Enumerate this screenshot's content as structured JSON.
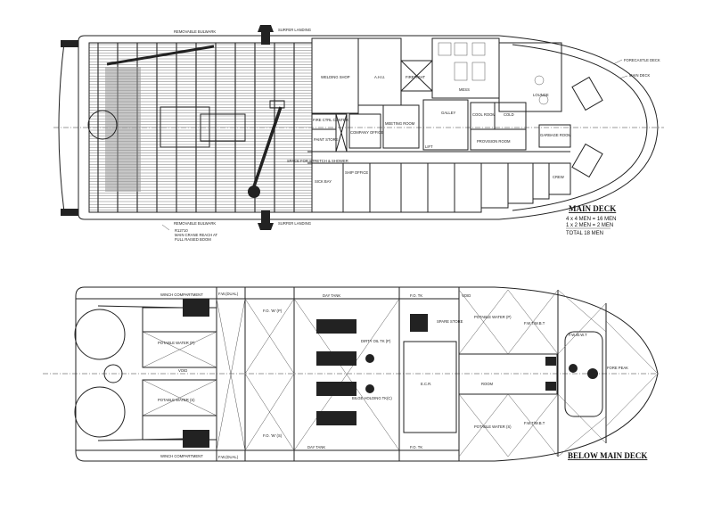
{
  "main_deck": {
    "title": "MAIN DECK",
    "tally": [
      "4 x 4 MEN = 16 MEN",
      "1 x 2 MEN =  2 MEN",
      "TOTAL    18 MEN"
    ],
    "labels": {
      "removable_bulwark_top": "REMOVABLE BULWARK",
      "removable_bulwark_bottom": "REMOVABLE BULWARK",
      "surfer_landing_top": "SURFER LANDING",
      "surfer_landing_bottom": "SURFER LANDING",
      "crane_reach": [
        "R12710",
        "MAIN CRANE REACH AT",
        "FULL RAISED BOOM"
      ],
      "welding_shop": "WELDING SHOP",
      "ahu": "A.H.U.",
      "firefight": "FIREFIGHT",
      "mess": "MESS",
      "lounge": "LOUNGE",
      "galley": "GALLEY",
      "cool_room": "COOL ROOM",
      "cold": "COLD",
      "provision_room": "PROVISION ROOM",
      "fire_ctrl_center": "FIRE CTRL CENTER",
      "paint_store": "PAINT STORE",
      "company_office": "COMPANY OFFICE",
      "meeting_room": "MEETING ROOM",
      "sick_bay": "SICK BAY",
      "ship_office": "SHIP OFFICE",
      "garbage_room": "GARBAGE ROOM",
      "crew": "CREW",
      "forecastle_deck": "FORECASTLE DECK",
      "main_deck_pointer": "MAIN DECK",
      "space_for_stretcher": "SPACE FOR STRETCH & SHOWER",
      "lift": "LIFT"
    }
  },
  "below_main_deck": {
    "title": "BELOW MAIN DECK",
    "labels": {
      "winch_compartment_top": "WINCH COMPARTMENT",
      "winch_compartment_bottom": "WINCH COMPARTMENT",
      "potable_water_p": "POTABLE WATER (P)",
      "potable_water_s": "POTABLE WATER (S)",
      "void": "VOID",
      "fw_dual_top": "F.W.(DUAL)",
      "fw_dual_bottom": "F.W.(DUAL)",
      "fo_w_p": "F.O. 'W' (P)",
      "fo_w_s": "F.O. 'W' (S)",
      "day_tank_top": "DAY TANK",
      "day_tank_bottom": "DAY TANK",
      "dirty_oil_tk": "DIRTY OIL TK (P)",
      "bilge_holding": "BILGE HOLDING TK(C)",
      "spare_store": "SPARE STORE",
      "ecr": "E.C.R.",
      "fo_tk_top": "F.O. TK",
      "fo_tk_bottom": "F.O. TK",
      "potable_water_fwd_p": "POTABLE WATER (P)",
      "potable_water_fwd_s": "POTABLE WATER (S)",
      "fwt_wbt_top": "F.W.T/W.B.T",
      "fwt_wbt_bottom": "F.W.T/W.B.T",
      "fore_peak": "FORE PEAK",
      "thruster_room": "ROOM",
      "fw_bwt": "F.W./B.W.T",
      "void_fwd": "VOID"
    }
  }
}
